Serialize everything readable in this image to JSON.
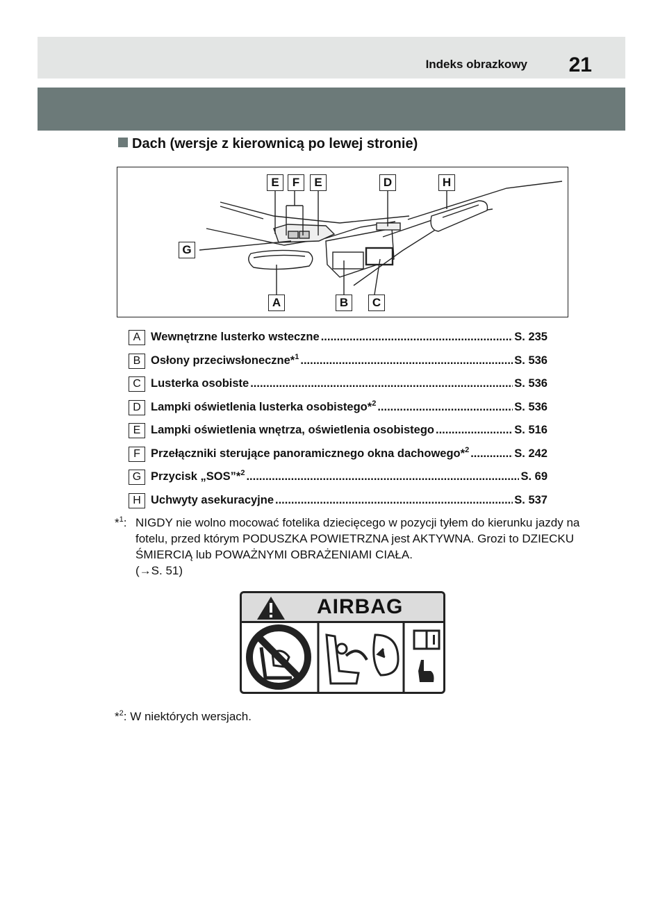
{
  "header": {
    "title": "Indeks obrazkowy",
    "page_number": "21"
  },
  "section": {
    "title": "Dach (wersje z kierownicą po lewej stronie)"
  },
  "figure": {
    "labels": [
      "E",
      "F",
      "E",
      "D",
      "H",
      "G",
      "A",
      "B",
      "C"
    ]
  },
  "items": [
    {
      "letter": "A",
      "text": "Wewnętrzne lusterko wsteczne",
      "sup": "",
      "page": "S. 235"
    },
    {
      "letter": "B",
      "text": "Osłony przeciwsłoneczne*",
      "sup": "1",
      "page": "S. 536"
    },
    {
      "letter": "C",
      "text": "Lusterka osobiste",
      "sup": "",
      "page": "S. 536"
    },
    {
      "letter": "D",
      "text": "Lampki oświetlenia lusterka osobistego*",
      "sup": "2",
      "page": "S. 536"
    },
    {
      "letter": "E",
      "text": "Lampki oświetlenia wnętrza, oświetlenia osobistego",
      "sup": "",
      "page": "S. 516"
    },
    {
      "letter": "F",
      "text": "Przełączniki sterujące panoramicznego okna dachowego*",
      "sup": "2",
      "page": "S. 242"
    },
    {
      "letter": "G",
      "text": "Przycisk „SOS”*",
      "sup": "2",
      "page": "S. 69"
    },
    {
      "letter": "H",
      "text": "Uchwyty asekuracyjne",
      "sup": "",
      "page": "S. 537"
    }
  ],
  "notes": {
    "n1_marker": "*",
    "n1_sup": "1",
    "n1_colon": ":",
    "n1_text": "NIGDY nie wolno mocować fotelika dziecięcego w pozycji tyłem do kierunku jazdy na fotelu, przed którym PODUSZKA POWIETRZNA jest AKTYWNA. Grozi to DZIECKU ŚMIERCIĄ lub POWAŻNYMI OBRAŻENIAMI CIAŁA.",
    "n1_ref": "(→S. 51)",
    "n2_marker": "*",
    "n2_sup": "2",
    "n2_text": ": W niektórych wersjach."
  },
  "warning_label": {
    "title": "AIRBAG"
  }
}
